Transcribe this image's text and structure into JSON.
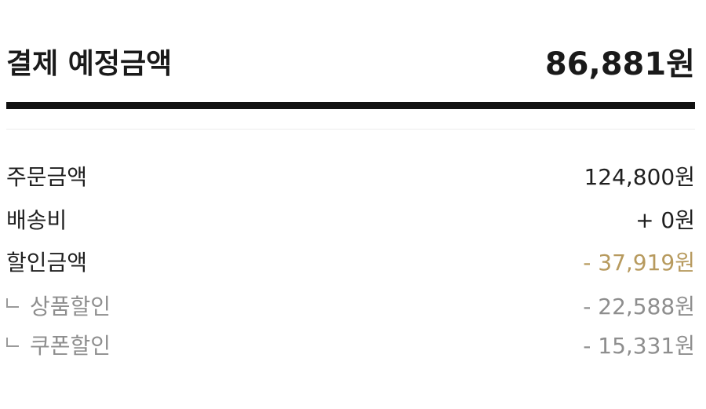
{
  "payment_summary": {
    "total": {
      "label": "결제 예정금액",
      "value": "86,881원"
    },
    "rows": [
      {
        "label": "주문금액",
        "value": "124,800원"
      },
      {
        "label": "배송비",
        "value": "+ 0원"
      },
      {
        "label": "할인금액",
        "value": "- 37,919원"
      },
      {
        "label": "상품할인",
        "value": "- 22,588원"
      },
      {
        "label": "쿠폰할인",
        "value": "- 15,331원"
      }
    ]
  },
  "colors": {
    "text": "#1f1f1f",
    "divider": "#111111",
    "discount": "#b79a5e",
    "sub_text": "#8e8e8e"
  }
}
